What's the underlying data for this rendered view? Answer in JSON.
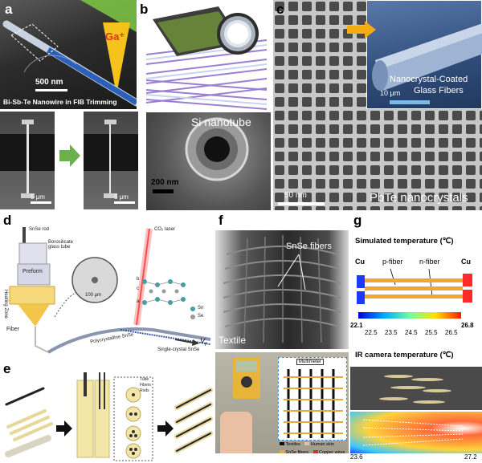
{
  "panel_a": {
    "label": "a",
    "scale_top": "500 nm",
    "ion": "Ga⁺",
    "caption": "Bi-Sb-Te Nanowire in FIB Trimming",
    "scale_bl": "5 μm",
    "scale_br": "5 μm"
  },
  "panel_b": {
    "label": "b",
    "title": "Si nanotube",
    "scale": "200 nm"
  },
  "panel_c": {
    "label": "c",
    "inset_title_1": "Nanocrystal-Coated",
    "inset_title_2": "Glass Fibers",
    "inset_scale": "10 μm",
    "scale": "50 nm",
    "caption": "PbTe nanocrystals"
  },
  "panel_d": {
    "label": "d",
    "rod": "SnSe rod",
    "glass": "Borosilicate glass tube",
    "preform": "Preform",
    "zone": "Heating Zone",
    "fiber": "Fiber",
    "laser": "CO₂ laser",
    "cross_scale": "100 μm",
    "poly": "Polycrystalline SnSe",
    "single": "Single-crystal SnSe",
    "vf": "V",
    "vf_sub": "f",
    "atom_sn": "Sn",
    "atom_se": "Se",
    "axis_b": "b",
    "axis_c": "c",
    "axis_a": "a"
  },
  "panel_e": {
    "label": "e",
    "leg_tube": "Tube",
    "leg_fibers": "Fibers",
    "leg_rods": "Rods"
  },
  "panel_f": {
    "label": "f",
    "fibers_label": "SnSe fibers",
    "textile": "Textile",
    "multimeter": "Multimeter",
    "leg_textiles": "Textiles",
    "leg_skin": "Human skin",
    "leg_snse": "SnSe fibers",
    "leg_copper": "Copper wires"
  },
  "panel_g": {
    "label": "g",
    "sim_title": "Simulated temperature (℃)",
    "cu_left": "Cu",
    "cu_right": "Cu",
    "p_fiber": "p-fiber",
    "n_fiber": "n-fiber",
    "cb_min": "22.1",
    "cb_max": "26.8",
    "ticks": [
      "22.5",
      "23.5",
      "24.5",
      "25.5",
      "26.5"
    ],
    "ir_title": "IR camera temperature (℃)",
    "ir_min": "23.6",
    "ir_max": "27.2"
  },
  "colors": {
    "fib_orange": "#f2a33a",
    "cu_blue": "#1a3bff",
    "cu_red": "#ff2a2a",
    "arrow_green": "#6ab04c",
    "ga_yellow": "#f6c21c",
    "purple": "#8c6cc7"
  }
}
